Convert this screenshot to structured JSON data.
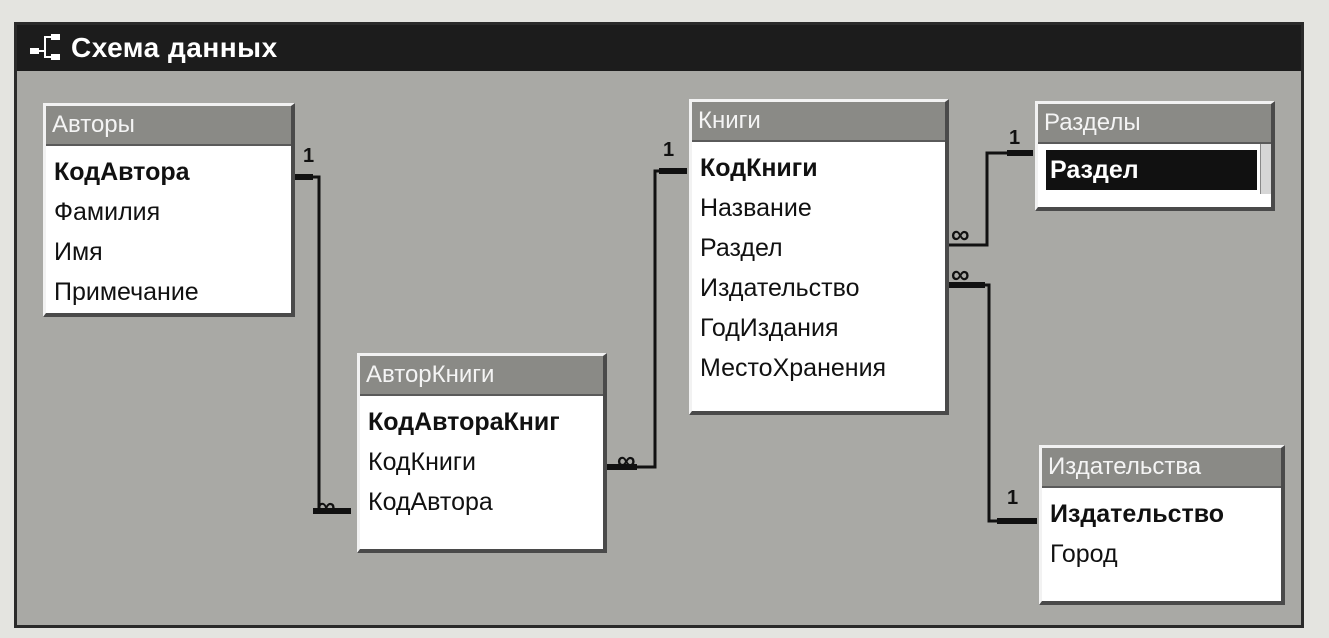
{
  "window": {
    "title": "Схема данных",
    "icon": "relationships-icon"
  },
  "tables": {
    "avtory": {
      "name": "Авторы",
      "fields": [
        {
          "label": "КодАвтора",
          "key": true
        },
        {
          "label": "Фамилия",
          "key": false
        },
        {
          "label": "Имя",
          "key": false
        },
        {
          "label": "Примечание",
          "key": false
        }
      ]
    },
    "avtorknigi": {
      "name": "АвторКниги",
      "fields": [
        {
          "label": "КодАвтораКниг",
          "key": true
        },
        {
          "label": "КодКниги",
          "key": false
        },
        {
          "label": "КодАвтора",
          "key": false
        }
      ]
    },
    "knigi": {
      "name": "Книги",
      "fields": [
        {
          "label": "КодКниги",
          "key": true
        },
        {
          "label": "Название",
          "key": false
        },
        {
          "label": "Раздел",
          "key": false
        },
        {
          "label": "Издательство",
          "key": false
        },
        {
          "label": "ГодИздания",
          "key": false
        },
        {
          "label": "МестоХранения",
          "key": false
        }
      ]
    },
    "razdely": {
      "name": "Разделы",
      "fields": [
        {
          "label": "Раздел",
          "key": true
        }
      ]
    },
    "izdatelstva": {
      "name": "Издательства",
      "fields": [
        {
          "label": "Издательство",
          "key": true
        },
        {
          "label": "Город",
          "key": false
        }
      ]
    }
  },
  "relationships": {
    "one_label": "1",
    "many_label": "∞"
  }
}
